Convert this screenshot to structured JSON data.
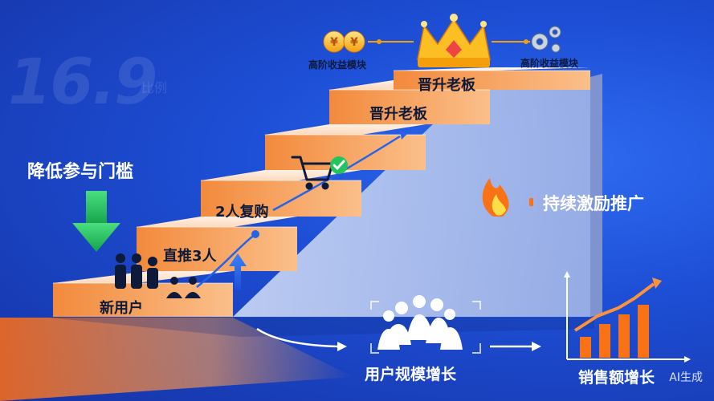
{
  "background_text": {
    "number": "16.9",
    "unit": "比例"
  },
  "stairs": {
    "steps": [
      {
        "label": "新用户"
      },
      {
        "label": "直推3人"
      },
      {
        "label": "2人复购"
      },
      {
        "label": ""
      },
      {
        "label": "晋升老板"
      },
      {
        "label": "晋升老板"
      }
    ]
  },
  "left_callout": {
    "text": "降低参与门槛"
  },
  "right_callout": {
    "text": "持续激励推广"
  },
  "top_modules": {
    "left": "高阶收益模块",
    "right": "高阶收益模块"
  },
  "bottom_flow": {
    "user_growth": "用户规模增长",
    "sales_growth": "销售额增长"
  },
  "watermark": {
    "text": "AI生成"
  },
  "colors": {
    "bg": "#1d4fd6",
    "step_top": "#fde6d2",
    "step_front": "#f7a35c",
    "accent_green": "#22c55e",
    "accent_orange": "#f97316"
  },
  "icons": [
    "people-group-icon",
    "arrow-up-icon",
    "cart-icon",
    "check-icon",
    "coin-icon",
    "crown-icon",
    "gear-icon",
    "fire-icon",
    "bar-chart-icon",
    "down-arrow-icon"
  ]
}
